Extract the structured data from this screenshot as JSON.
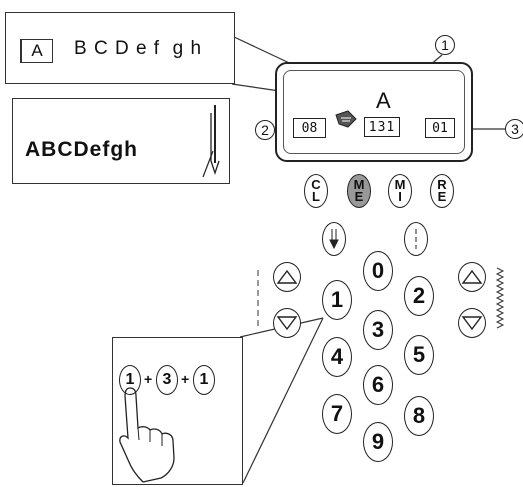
{
  "pattern_preview_plain": {
    "first_letter": "A",
    "rest": "B C D e f  g h"
  },
  "pattern_preview_bold": {
    "text": "ABCDefgh"
  },
  "lcd": {
    "letter": "A",
    "pattern_number": "131",
    "left_value": "08",
    "right_value": "01"
  },
  "callouts": [
    "1",
    "2",
    "3"
  ],
  "mode_buttons": [
    {
      "top": "C",
      "bottom": "L"
    },
    {
      "top": "M",
      "bottom": "E"
    },
    {
      "top": "M",
      "bottom": "I"
    },
    {
      "top": "R",
      "bottom": "E"
    }
  ],
  "keypad": [
    "0",
    "1",
    "2",
    "3",
    "4",
    "5",
    "6",
    "7",
    "8",
    "9"
  ],
  "inset_sequence": [
    "1",
    "+",
    "3",
    "+",
    "1"
  ]
}
